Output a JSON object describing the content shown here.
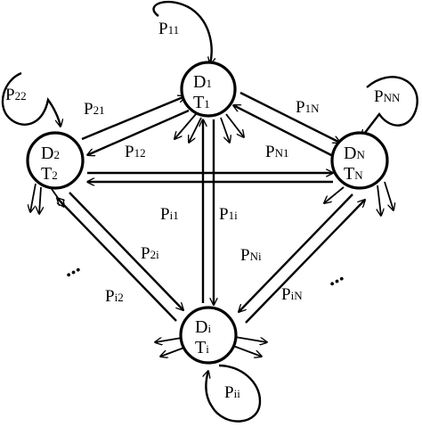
{
  "nodes": {
    "n1": {
      "top": "D",
      "top_sub": "1",
      "bottom": "T",
      "bottom_sub": "1"
    },
    "n2": {
      "top": "D",
      "top_sub": "2",
      "bottom": "T",
      "bottom_sub": "2"
    },
    "nN": {
      "top": "D",
      "top_sub": "N",
      "bottom": "T",
      "bottom_sub": "N"
    },
    "ni": {
      "top": "D",
      "top_sub": "i",
      "bottom": "T",
      "bottom_sub": "i"
    }
  },
  "labels": {
    "p11": {
      "main": "P",
      "sub": "11"
    },
    "p22": {
      "main": "P",
      "sub": "22"
    },
    "pNN": {
      "main": "P",
      "sub": "NN"
    },
    "pii": {
      "main": "P",
      "sub": "ii"
    },
    "p21": {
      "main": "P",
      "sub": "21"
    },
    "p12": {
      "main": "P",
      "sub": "12"
    },
    "p1N": {
      "main": "P",
      "sub": "1N"
    },
    "pN1": {
      "main": "P",
      "sub": "N1"
    },
    "pi1": {
      "main": "P",
      "sub": "i1"
    },
    "p1i": {
      "main": "P",
      "sub": "1i"
    },
    "p2i": {
      "main": "P",
      "sub": "2i"
    },
    "pNi": {
      "main": "P",
      "sub": "Ni"
    },
    "pi2": {
      "main": "P",
      "sub": "i2"
    },
    "piN": {
      "main": "P",
      "sub": "iN"
    }
  },
  "ellipsis": {
    "left": "...",
    "right": "..."
  }
}
